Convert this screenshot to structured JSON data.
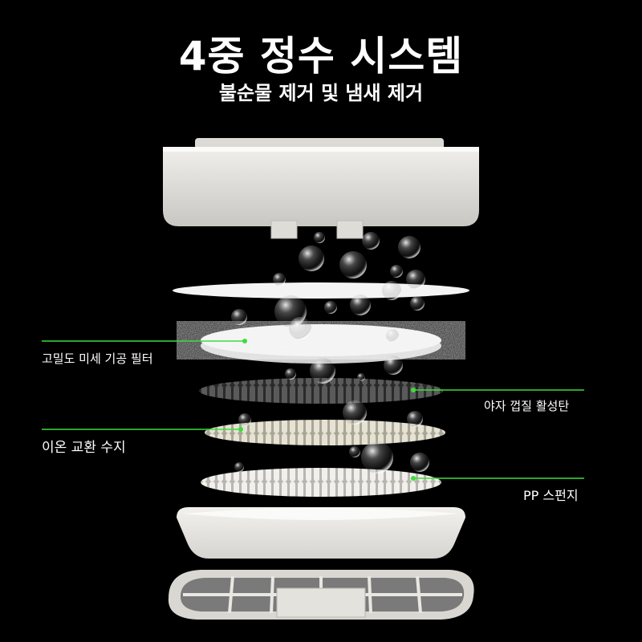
{
  "title": "4중 정수 시스템",
  "subtitle": "불순물 제거 및 냄새 제거",
  "layers": {
    "high_density_filter": "고밀도 미세 기공 필터",
    "coconut_carbon": "야자 껍질 활성탄",
    "ion_exchange_resin": "이온 교환 수지",
    "pp_sponge": "PP 스펀지"
  },
  "colors": {
    "background": "#000000",
    "indicator_line": "#3ddc3d",
    "housing": "#e4e2de",
    "carbon": "#3a3a3a",
    "resin": "#d9d6c8"
  }
}
